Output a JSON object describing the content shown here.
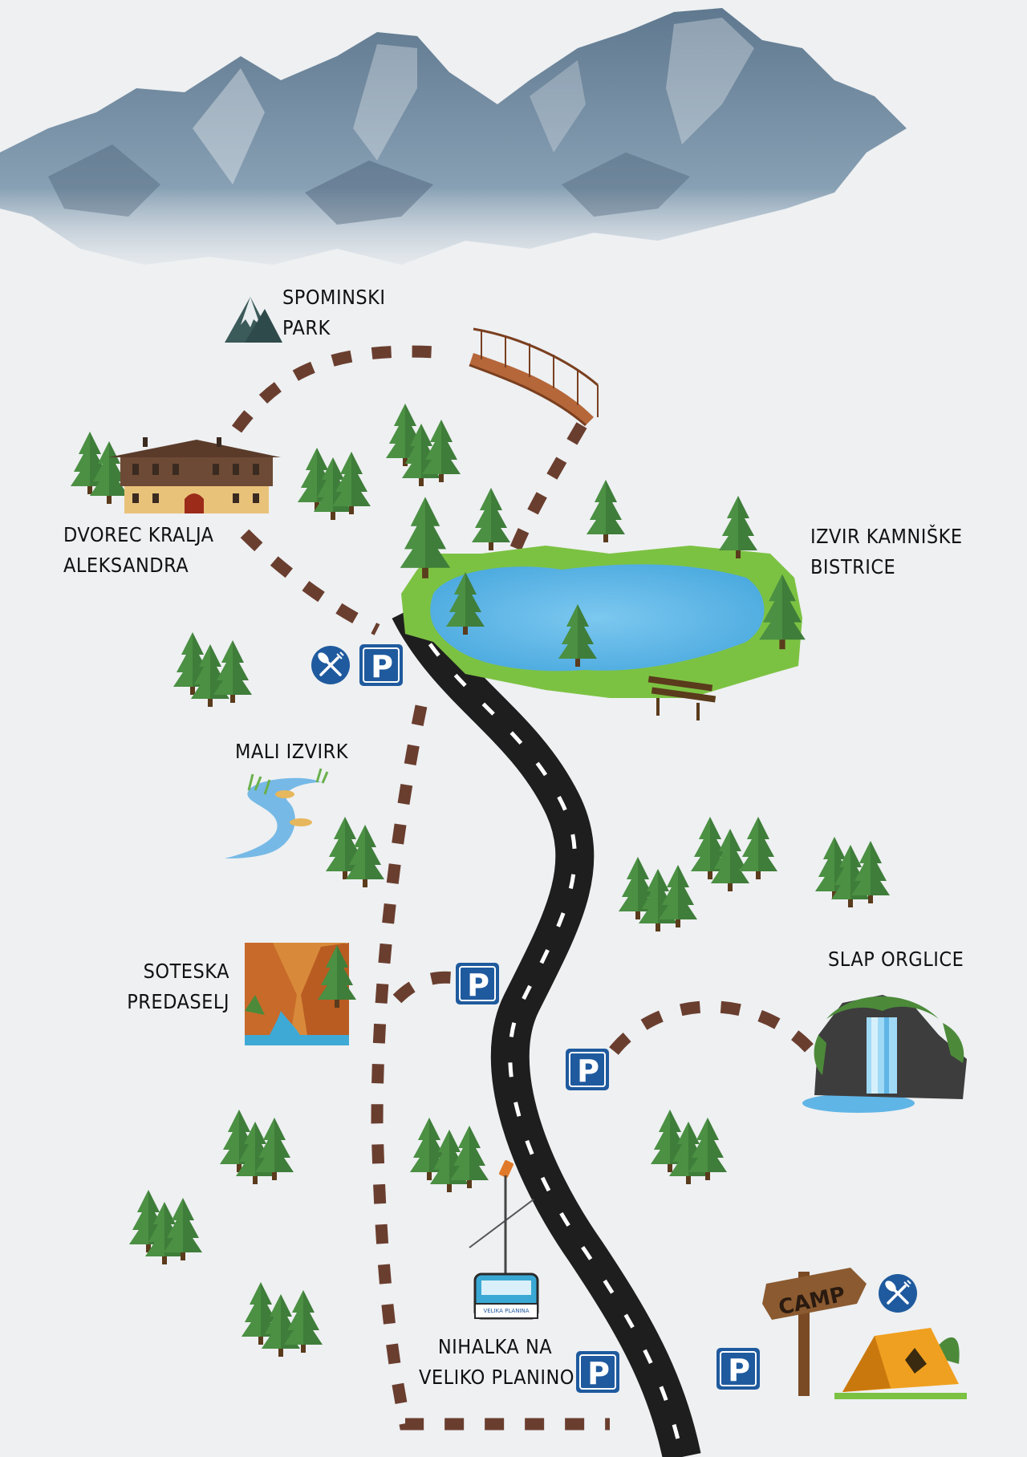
{
  "map": {
    "background": "#eef0f2",
    "colors": {
      "trail": "#6a3e2f",
      "road": "#1e1e1e",
      "parking": "#1f5a9e",
      "water": "#5fb5e6",
      "grass": "#7cc242",
      "tree": "#3f7d3a",
      "mountain": "#5d7a93"
    },
    "labels": {
      "spominski_park": [
        "SPOMINSKI",
        "PARK"
      ],
      "dvorec": [
        "DVOREC KRALJA",
        "ALEKSANDRA"
      ],
      "izvir_kamniske": [
        "IZVIR KAMNIŠKE",
        "BISTRICE"
      ],
      "mali_izvirk": [
        "MALI IZVIRK"
      ],
      "soteska": [
        "SOTESKA",
        "PREDASELJ"
      ],
      "slap_orglice": [
        "SLAP ORGLICE"
      ],
      "nihalka": [
        "NIHALKA NA",
        "VELIKO PLANINO"
      ]
    },
    "cable_car_text": "VELIKA PLANINA",
    "camp_sign": "CAMP",
    "icons": {
      "parking_letter": "P",
      "parking_count": 5,
      "restaurant_count": 2
    }
  }
}
